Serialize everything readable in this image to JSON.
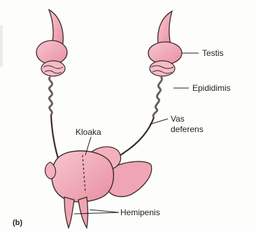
{
  "figure": {
    "panel_label": "(b)",
    "labels": {
      "testis": "Testis",
      "epididimis": "Epididimis",
      "vas_deferens_line1": "Vas",
      "vas_deferens_line2": "deferens",
      "kloaka": "Kloaka",
      "hemipenis": "Hemipenis"
    },
    "colors": {
      "organ_fill": "#f2aebb",
      "organ_fill_dark": "#e88fa2",
      "outline": "#3a2a2a",
      "background": "#fdfdfb"
    }
  }
}
